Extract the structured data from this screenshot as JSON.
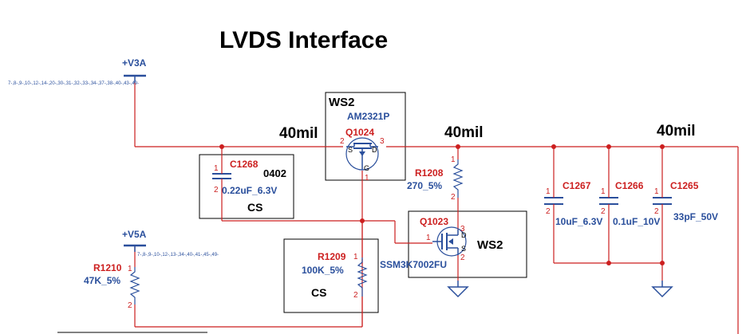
{
  "title": "LVDS  Interface",
  "trace_widths": [
    "40mil",
    "40mil",
    "40mil"
  ],
  "nets": {
    "v3a": {
      "name": "+V3A",
      "pins": "7-,8-,9-,10-,12-,14-,20-,30-,31-,32-,33-,34-,37-,38-,40-,43-,49-"
    },
    "v5a": {
      "name": "+V5A",
      "pins": "7-,8-,9-,10-,12-,13-,34-,40-,41-,45-,49-"
    }
  },
  "q1024": {
    "ref": "Q1024",
    "part": "AM2321P",
    "group": "WS2",
    "pin_left": "2",
    "pin_right": "3",
    "pin_bottom": "1",
    "g": "G",
    "d": "D",
    "s": "S"
  },
  "q1023": {
    "ref": "Q1023",
    "part": "SSM3K7002FU",
    "group": "WS2",
    "pin_top": "3",
    "pin_left": "1",
    "pin_bottom": "2",
    "d": "D",
    "s": "S"
  },
  "c1268": {
    "ref": "C1268",
    "value": "0.22uF_6.3V",
    "size": "0402",
    "group": "CS",
    "pin1": "1",
    "pin2": "2"
  },
  "r1208": {
    "ref": "R1208",
    "value": "270_5%",
    "pin1": "1",
    "pin2": "2"
  },
  "r1209": {
    "ref": "R1209",
    "value": "100K_5%",
    "group": "CS",
    "pin1": "1",
    "pin2": "2"
  },
  "r1210": {
    "ref": "R1210",
    "value": "47K_5%",
    "pin1": "1",
    "pin2": "2"
  },
  "c1267": {
    "ref": "C1267",
    "value": "10uF_6.3V",
    "pin1": "1",
    "pin2": "2"
  },
  "c1266": {
    "ref": "C1266",
    "value": "0.1uF_10V",
    "pin1": "1",
    "pin2": "2"
  },
  "c1265": {
    "ref": "C1265",
    "value": "33pF_50V",
    "pin1": "1",
    "pin2": "2"
  },
  "colors": {
    "wire": "#cc1f1f",
    "symbol": "#2a4f9c",
    "text": "#000000"
  }
}
